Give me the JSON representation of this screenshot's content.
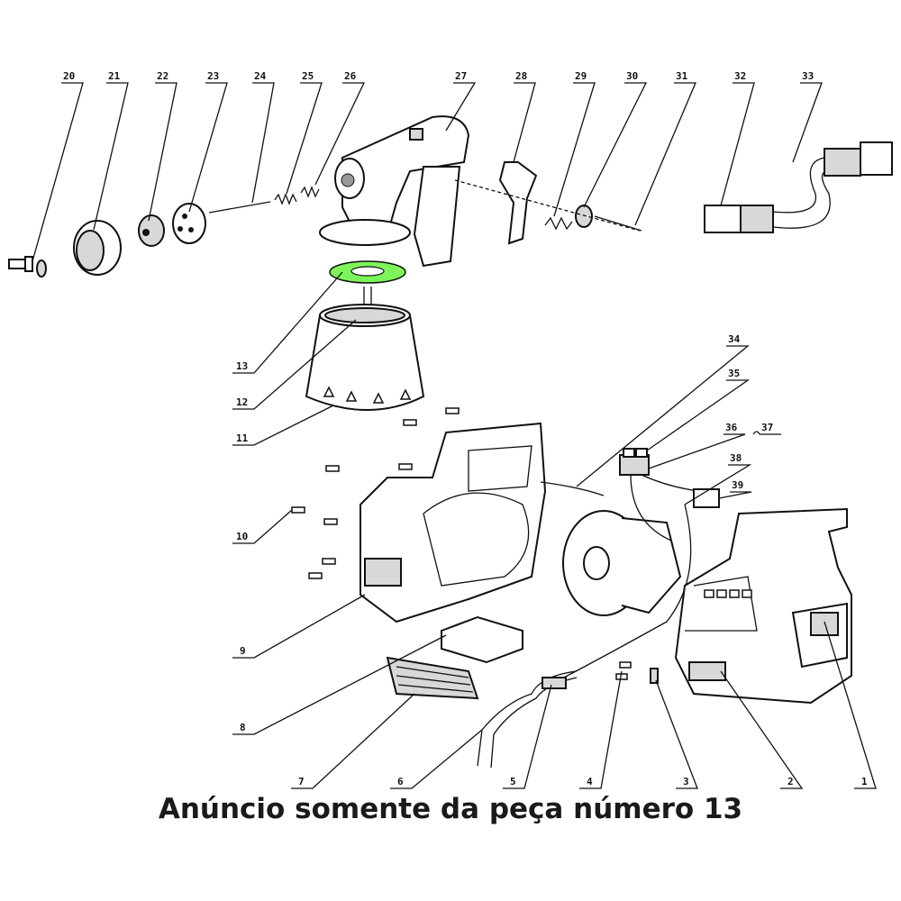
{
  "caption": "Anúncio somente da peça número 13",
  "highlight_color": "#7df55a",
  "labels": {
    "p20": "20",
    "p21": "21",
    "p22": "22",
    "p23": "23",
    "p24": "24",
    "p25": "25",
    "p26": "26",
    "p27": "27",
    "p28": "28",
    "p29": "29",
    "p30": "30",
    "p31": "31",
    "p32": "32",
    "p33": "33",
    "p34": "34",
    "p35": "35",
    "p36": "36",
    "p37": "37",
    "p38": "38",
    "p39": "39",
    "p13": "13",
    "p12": "12",
    "p11": "11",
    "p10": "10",
    "p9": "9",
    "p8": "8",
    "p7": "7",
    "p6": "6",
    "p5": "5",
    "p4": "4",
    "p3": "3",
    "p2": "2",
    "p1": "1"
  }
}
